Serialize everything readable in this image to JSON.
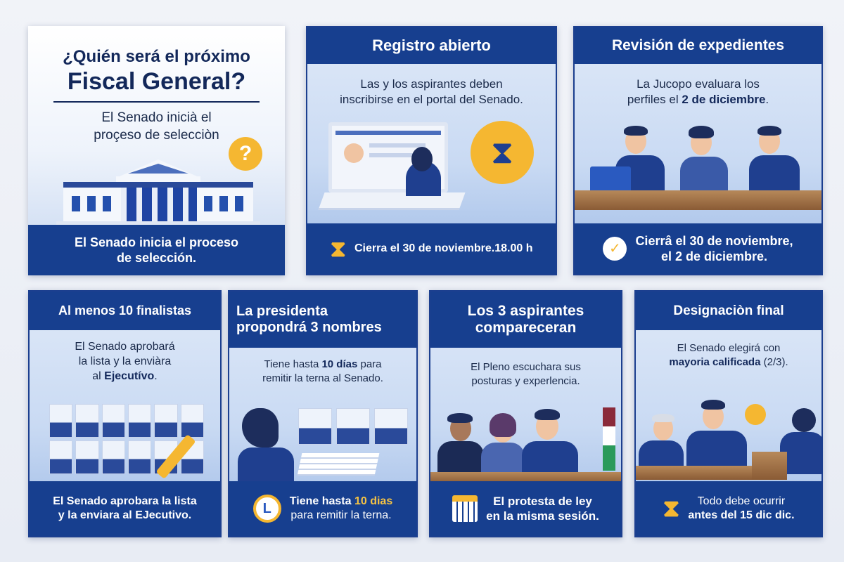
{
  "panels": [
    {
      "id": "intro",
      "title_line1": "¿Quién será el próximo",
      "title_line2": "Fiscal General?",
      "subtitle_line1": "El Senado inicià el",
      "subtitle_line2": "proçeso de selecciòn",
      "icon": "question-mark-icon",
      "footer_line1": "El Senado inicia el proceso",
      "footer_line2": "de selección."
    },
    {
      "id": "registro",
      "header": "Registro abierto",
      "subtitle_line1": "Las y los aspirantes deben",
      "subtitle_line2": "inscribirse en el portal del Senado.",
      "icon": "hourglass-icon",
      "footer": "Cierra el 30 de noviembre.18.00 h"
    },
    {
      "id": "revision",
      "header": "Revisión de expedientes",
      "subtitle_line1": "La Jucopo evaluara los",
      "subtitle_line2_pre": "perfiles el ",
      "subtitle_line2_bold": "2 de diciembre",
      "subtitle_line2_post": ".",
      "icon": "checklist-icon",
      "footer_line1": "Cierrâ el 30 de noviembre,",
      "footer_line2": "el 2 de diciembre."
    },
    {
      "id": "finalistas",
      "header": "Al menos 10 finalistas",
      "subtitle_line1": "El Senado aprobará",
      "subtitle_line2": "la lista y la enviàra",
      "subtitle_line3_pre": "al ",
      "subtitle_line3_bold": "Ejecutívo",
      "subtitle_line3_post": ".",
      "footer_line1": "El Senado aprobara la lista",
      "footer_line2": "y la enviara al EJecutivo."
    },
    {
      "id": "presidenta",
      "header_line1": "La presidenta",
      "header_line2": "propondrá 3 nombres",
      "subtitle_line1_pre": "Tiene hasta ",
      "subtitle_line1_bold": "10 días",
      "subtitle_line1_post": " para",
      "subtitle_line2": "remitir la terna al Senado.",
      "icon": "clock-icon",
      "footer_line1_pre": "Tiene hasta ",
      "footer_line1_accent": "10 dias",
      "footer_line2": "para remitir la terna."
    },
    {
      "id": "comparecencia",
      "header_line1": "Los 3 aspirantes",
      "header_line2": "compareceran",
      "subtitle_line1": "El Pleno escuchara sus",
      "subtitle_line2": "posturas y experlencia.",
      "icon": "calendar-icon",
      "footer_line1": "El protesta de ley",
      "footer_line2": "en la mismа sesión."
    },
    {
      "id": "designacion",
      "header": "Designaciòn final",
      "subtitle_line1": "El Senado elegirá con",
      "subtitle_line2_bold": "mayoria calificada",
      "subtitle_line2_post": " (2/3).",
      "icon": "hourglass-icon",
      "footer_line1": "Todo debe ocurrir",
      "footer_line2": "antes del 15 dic dic."
    }
  ],
  "colors": {
    "navy": "#173f8f",
    "dark_text": "#13285a",
    "accent_yellow": "#f5b731",
    "background": "#eef1f7"
  }
}
